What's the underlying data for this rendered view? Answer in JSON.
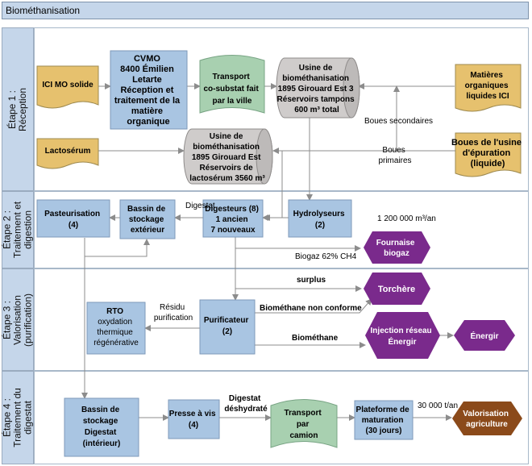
{
  "title": "Biométhanisation",
  "lanes": [
    {
      "label": "Étape 1 :\nRéception"
    },
    {
      "label": "Étape 2 :\nTraitement et\ndigestion"
    },
    {
      "label": "Étape 3 :\nValorisation\n(purification)"
    },
    {
      "label": "Étape 4 :\nTraitement du\ndigestat"
    }
  ],
  "nodes": {
    "ici_mo": [
      "ICI MO solide"
    ],
    "cvmo": [
      "CVMO",
      "8400 Émilien",
      "Letarte",
      "Réception  et",
      "traitement de la",
      "matière",
      "organique"
    ],
    "transport_cosubstat": [
      "Transport",
      "co-substat fait",
      "par la ville"
    ],
    "usine_tampons": [
      "Usine de",
      "biométhanisation",
      "1895 Girouard Est 3",
      "Réservoirs tampons",
      "600 m³ total"
    ],
    "matieres_liquides": [
      "Matières",
      "organiques",
      "liquides ICI"
    ],
    "lactoserum": [
      "Lactosérum"
    ],
    "usine_lactoserum": [
      "Usine de",
      "biométhanisation",
      "1895 Girouard Est",
      "Réservoirs de",
      "lactosérum 3560 m³"
    ],
    "boues_usine": [
      "Boues de l'usine",
      "d'épuration",
      "(liquide)"
    ],
    "pasteurisation": [
      "Pasteurisation",
      "(4)"
    ],
    "bassin_exterieur": [
      "Bassin de",
      "stockage",
      "extérieur"
    ],
    "digesteurs": [
      "Digesteurs (8)",
      "1 ancien",
      "7 nouveaux"
    ],
    "hydrolyseurs": [
      "Hydrolyseurs",
      "(2)"
    ],
    "fournaise": [
      "Fournaise",
      "biogaz"
    ],
    "torchere": [
      "Torchère"
    ],
    "rto": [
      "RTO",
      "oxydation",
      "thermique",
      "régénérative"
    ],
    "purificateur": [
      "Purificateur",
      "(2)"
    ],
    "injection": [
      "Injection réseau",
      "Énergir"
    ],
    "energir": [
      "Énergir"
    ],
    "bassin_interieur": [
      "Bassin de",
      "stockage",
      "Digestat",
      "(intérieur)"
    ],
    "presse": [
      "Presse à vis",
      "(4)"
    ],
    "transport_camion": [
      "Transport",
      "par",
      "camion"
    ],
    "plateforme": [
      "Plateforme de",
      "maturation",
      "(30 jours)"
    ],
    "valorisation": [
      "Valorisation",
      "agriculture"
    ]
  },
  "edge_labels": {
    "boues_secondaires": "Boues secondaires",
    "boues_primaires": [
      "Boues",
      "primaires"
    ],
    "digestat": "Digestat",
    "volume_biogaz": "1 200 000 m³/an",
    "biogaz": "Biogaz 62% CH4",
    "surplus": "surplus",
    "residu": [
      "Résidu",
      "purification"
    ],
    "non_conforme": "Biométhane non conforme",
    "biomethane": "Biométhane",
    "digestat_deshydrate": [
      "Digestat",
      "déshydraté"
    ],
    "volume_digestat": "30 000 t/an"
  },
  "colors": {
    "lane_band": "#c5d6ea",
    "process": "#a9c5e2",
    "document": "#e6c16e",
    "data_io": "#a8d0b0",
    "storage": "#cfcccb",
    "output": "#7a2a8c",
    "valorisation": "#8b4a1a",
    "arrow": "#8c8c8c"
  }
}
